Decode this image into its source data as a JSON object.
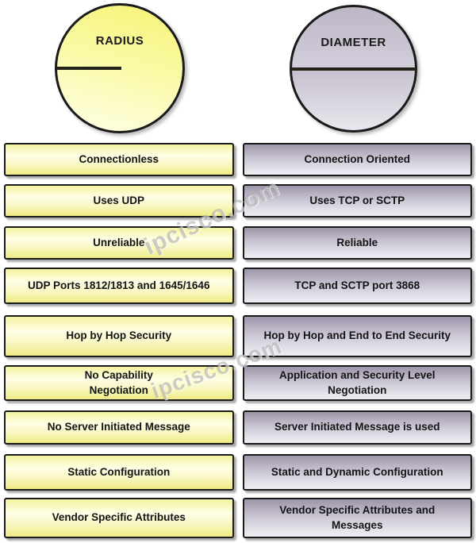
{
  "diagram": {
    "watermark": "ipcisco.com",
    "left": {
      "title": "RADIUS",
      "features": [
        "Connectionless",
        "Uses UDP",
        "Unreliable",
        "UDP Ports 1812/1813 and 1645/1646",
        "Hop by Hop Security",
        "No Capability\nNegotiation",
        "No Server Initiated Message",
        "Static Configuration",
        "Vendor Specific Attributes"
      ]
    },
    "right": {
      "title": "DIAMETER",
      "features": [
        "Connection Oriented",
        "Uses TCP or SCTP",
        "Reliable",
        "TCP and SCTP port 3868",
        "Hop by Hop and End to End Security",
        "Application and Security Level\nNegotiation",
        "Server Initiated Message is used",
        "Static and Dynamic Configuration",
        "Vendor Specific Attributes and\nMessages"
      ]
    },
    "colors": {
      "radius_yellow": "#F6F478",
      "radius_pale": "#FEFEE4",
      "diameter_dark": "#9D95A9",
      "diameter_light": "#EFEDF3",
      "border_black": "#1A1A1A",
      "watermark_gray": "#878787"
    }
  }
}
